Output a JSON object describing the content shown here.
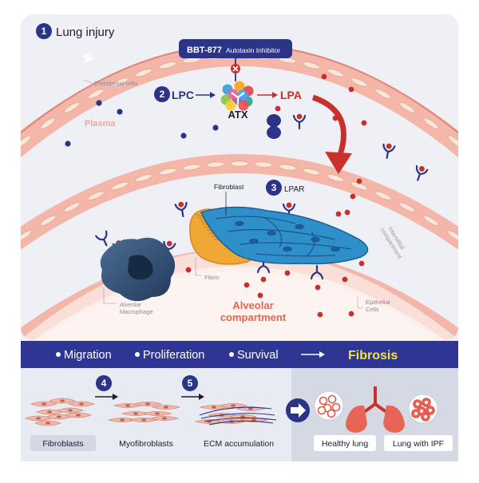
{
  "steps": {
    "one": {
      "num": "1",
      "label": "Lung injury"
    },
    "two": {
      "num": "2",
      "label": "LPC"
    },
    "three": {
      "num": "3",
      "label": "LPAR"
    },
    "four": {
      "num": "4"
    },
    "five": {
      "num": "5"
    }
  },
  "inhibitor": {
    "name": "BBT-877",
    "desc": "Autotaxin Inhibitor"
  },
  "enzyme": "ATX",
  "product": "LPA",
  "labels": {
    "endothelial": "Endothelial cells",
    "plasma": "Plasma",
    "fibroblast": "Fibroblast",
    "fibrin": "Fibrin",
    "macrophage_l1": "Alveolar",
    "macrophage_l2": "Macrophage",
    "alveolar_l1": "Alveolar",
    "alveolar_l2": "compartment",
    "interstitial_l1": "Interstitial",
    "interstitial_l2": "compartment",
    "epithelial_l1": "Epithelial",
    "epithelial_l2": "Cells"
  },
  "banner": {
    "items": [
      "Migration",
      "Proliferation",
      "Survival"
    ],
    "result": "Fibrosis"
  },
  "stages": [
    "Fibroblasts",
    "Myofibroblasts",
    "ECM accumulation"
  ],
  "lungs": {
    "healthy": "Healthy lung",
    "ipf": "Lung with IPF"
  },
  "colors": {
    "navy": "#2b3487",
    "red": "#c8302c",
    "pink": "#f1b3a5",
    "banner": "#2e3592",
    "fibrosis": "#f5e63a",
    "fibroblast_blue": "#2f8fc8",
    "fibrin_orange": "#f0a834"
  }
}
